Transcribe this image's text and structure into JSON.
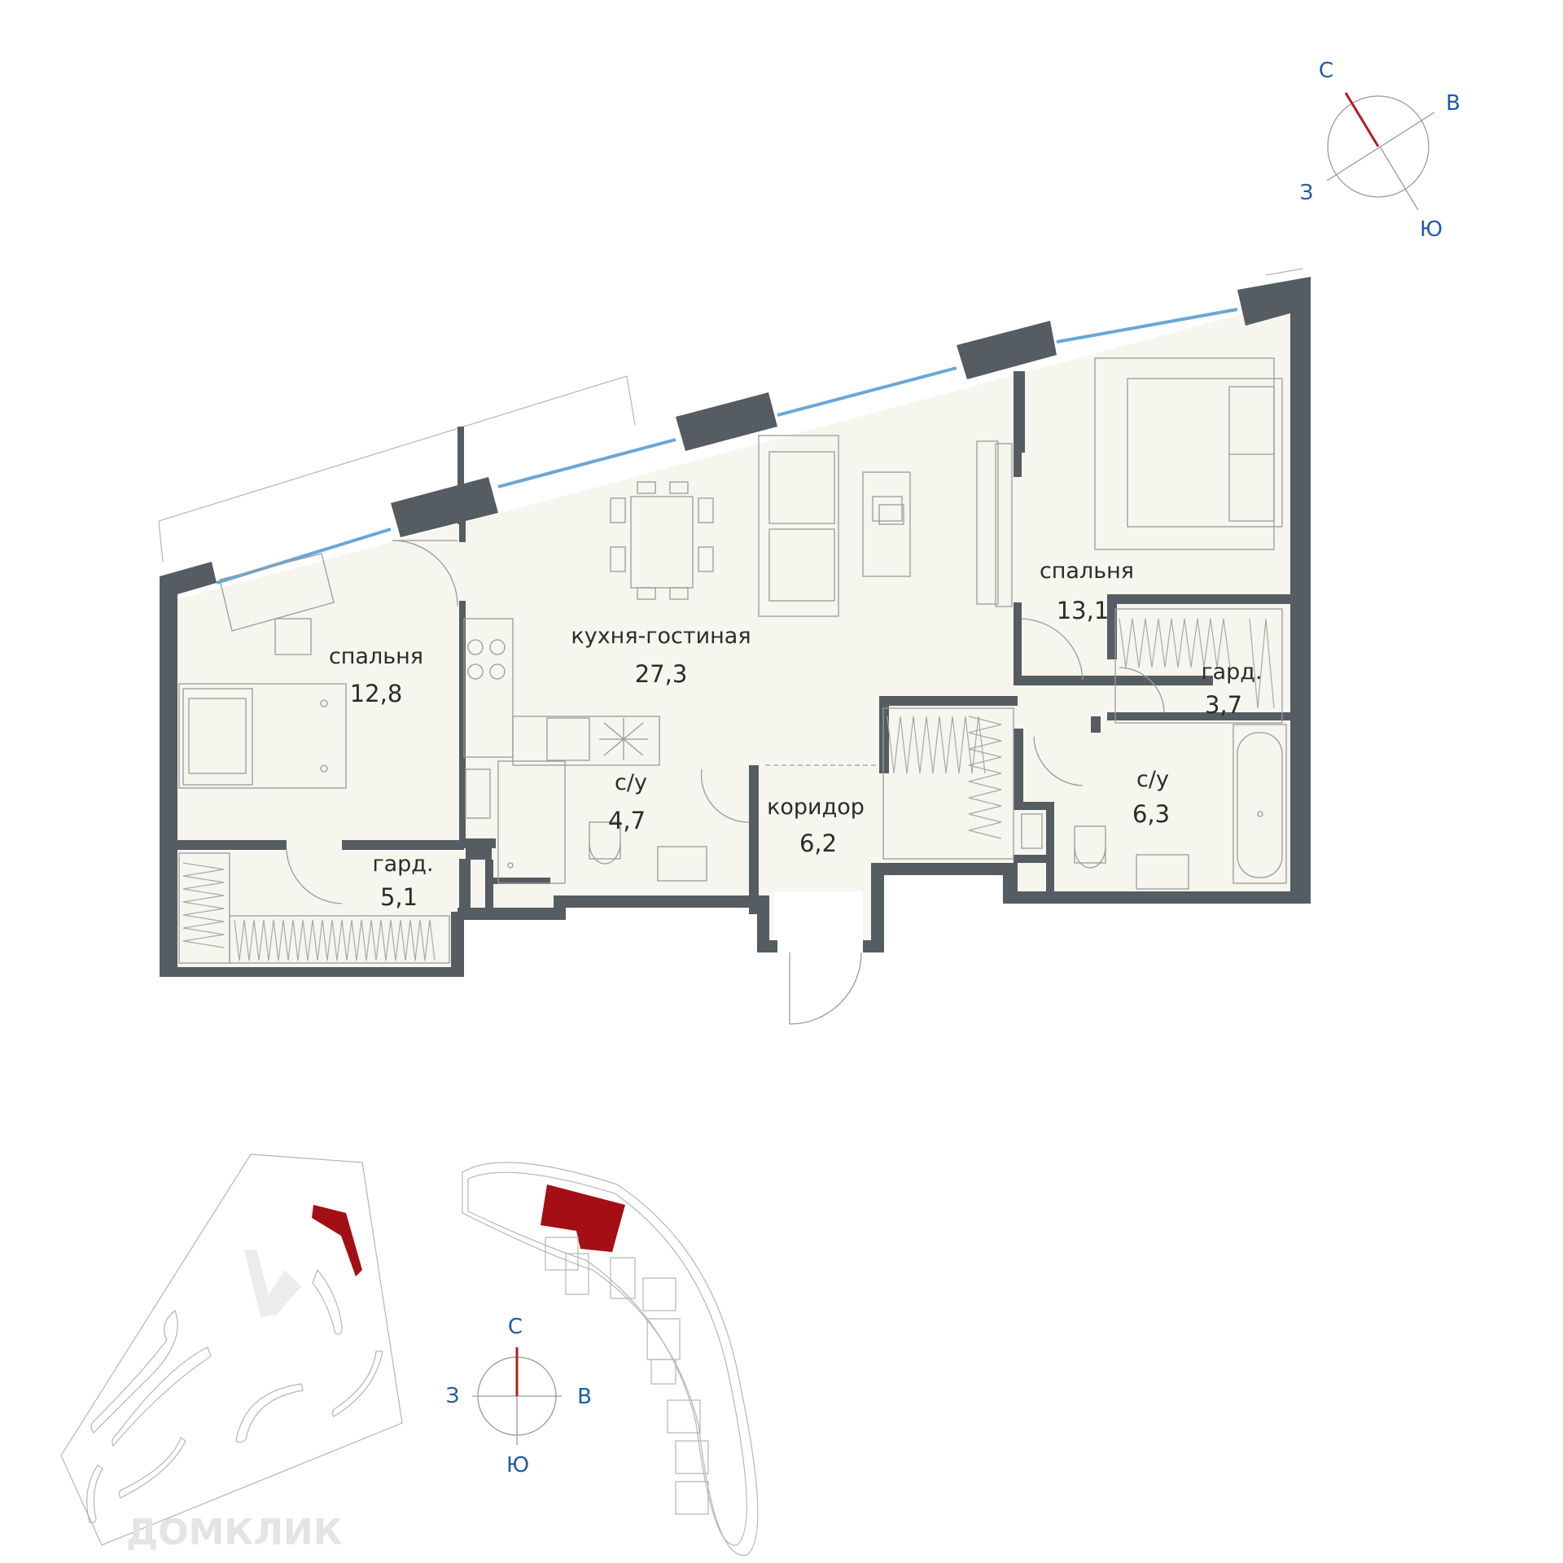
{
  "plan": {
    "rooms": [
      {
        "id": "bedroom-left",
        "name": "спальня",
        "area": "12,8"
      },
      {
        "id": "kitchen-living",
        "name": "кухня-гостиная",
        "area": "27,3"
      },
      {
        "id": "bedroom-right",
        "name": "спальня",
        "area": "13,1"
      },
      {
        "id": "wardrobe-right",
        "name": "гард.",
        "area": "3,7"
      },
      {
        "id": "bathroom-left",
        "name": "с/у",
        "area": "4,7"
      },
      {
        "id": "corridor",
        "name": "коридор",
        "area": "6,2"
      },
      {
        "id": "bathroom-right",
        "name": "с/у",
        "area": "6,3"
      },
      {
        "id": "wardrobe-left",
        "name": "гард.",
        "area": "5,1"
      }
    ]
  },
  "compass_main": {
    "north": "С",
    "east": "В",
    "south": "Ю",
    "west": "З",
    "needle_color": "#b01e23"
  },
  "compass_small": {
    "north": "С",
    "east": "В",
    "south": "Ю",
    "west": "З",
    "needle_color": "#b01e23"
  },
  "site_plan": {
    "highlight_color": "#a30f14"
  },
  "watermark": {
    "text": "ДОМКЛИК"
  },
  "colors": {
    "wall": "#555c62",
    "floor": "#f6f5ee",
    "window": "#6aa7d6",
    "compass_text": "#1f5aa6"
  }
}
